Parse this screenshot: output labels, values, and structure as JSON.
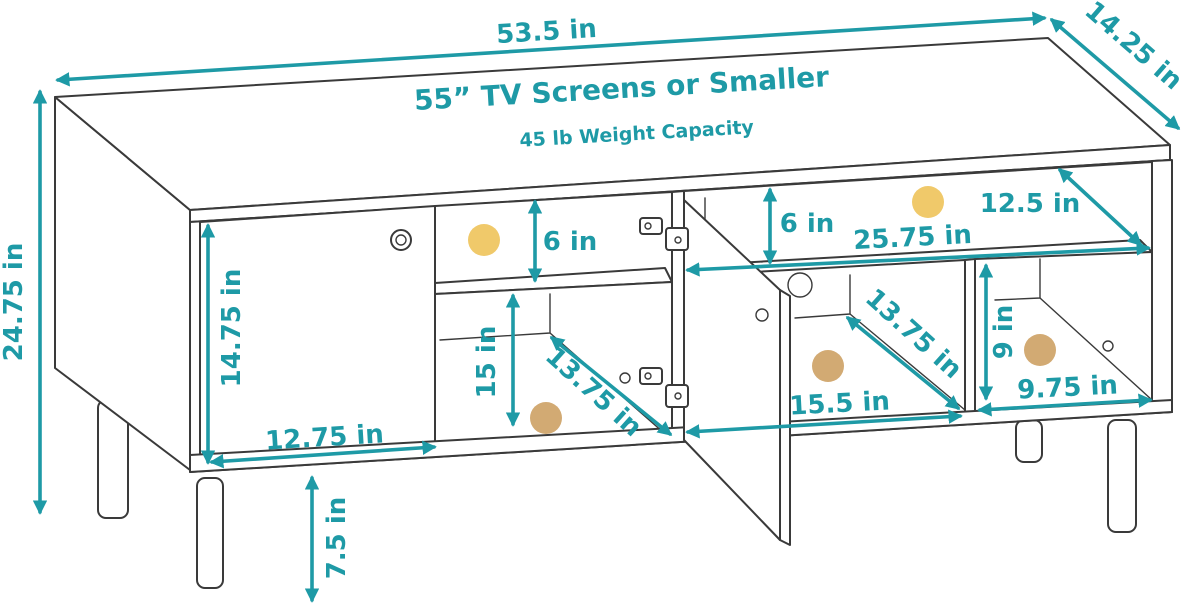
{
  "headline": {
    "screen_size": "55” TV Screens or Smaller",
    "weight_capacity": "45 lb Weight Capacity"
  },
  "dimensions": {
    "overall_width": "53.5 in",
    "overall_depth": "14.25 in",
    "overall_height": "24.75 in",
    "leg_height": "7.5 in",
    "left_door_height": "14.75 in",
    "left_cabinet_width": "12.75 in",
    "left_upper_shelf_height": "6 in",
    "left_lower_height": "15 in",
    "left_lower_depth": "13.75 in",
    "right_upper_shelf_height": "6 in",
    "right_upper_shelf_depth": "12.5 in",
    "right_upper_width": "25.75 in",
    "center_lower_depth": "13.75 in",
    "center_lower_width": "15.5 in",
    "right_lower_height": "9 in",
    "right_lower_width": "9.75 in"
  },
  "colors": {
    "dimension": "#1e9aa6",
    "outline": "#3a3a3a",
    "dot_yellow": "#f0c96a",
    "dot_brown": "#d2aa73"
  }
}
